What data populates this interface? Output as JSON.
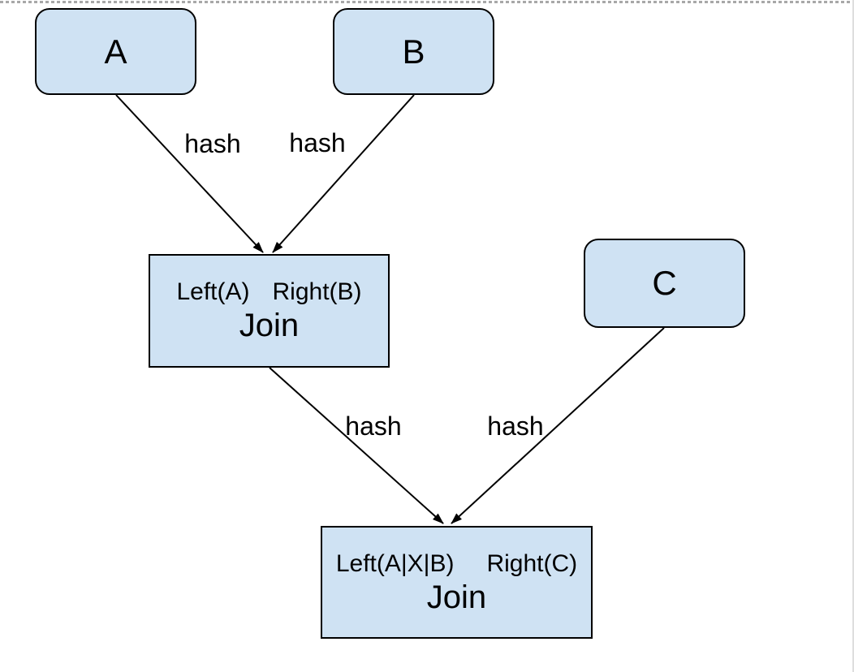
{
  "diagram": {
    "type": "join-plan-tree",
    "nodes": {
      "a": {
        "label": "A"
      },
      "b": {
        "label": "B"
      },
      "c": {
        "label": "C"
      },
      "join1": {
        "left_label": "Left(A)",
        "right_label": "Right(B)",
        "title": "Join"
      },
      "join2": {
        "left_label": "Left(A|X|B)",
        "right_label": "Right(C)",
        "title": "Join"
      }
    },
    "edges": [
      {
        "from": "a",
        "to": "join1",
        "label": "hash"
      },
      {
        "from": "b",
        "to": "join1",
        "label": "hash"
      },
      {
        "from": "join1",
        "to": "join2",
        "label": "hash"
      },
      {
        "from": "c",
        "to": "join2",
        "label": "hash"
      }
    ],
    "colors": {
      "node_fill": "#cfe2f3",
      "node_border": "#000000",
      "edge_stroke": "#000000",
      "canvas_guide": "#a8a8a8",
      "canvas_edge": "#dedede",
      "background": "#ffffff"
    }
  }
}
